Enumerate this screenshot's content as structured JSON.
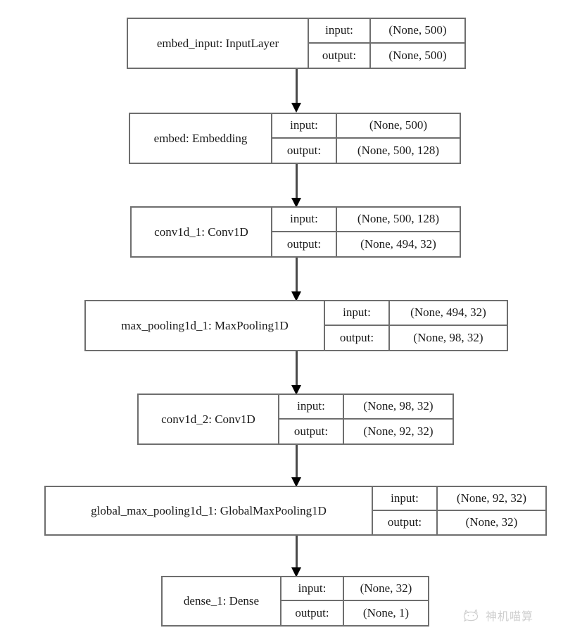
{
  "diagram": {
    "title": "Keras model architecture graph",
    "type": "neural-network-layer-graph",
    "orientation": "top-to-bottom",
    "io_labels": {
      "input": "input:",
      "output": "output:"
    },
    "colors": {
      "background": "#ffffff",
      "node_border": "#6e6e6e",
      "node_fill": "#ffffff",
      "text": "#1a1a1a",
      "edge": "#4a4a4a",
      "arrowhead": "#000000",
      "watermark": "#8c8c8c"
    },
    "nodes": [
      {
        "id": "embed_input",
        "name": "embed_input: InputLayer",
        "input_label": "input:",
        "output_label": "output:",
        "input_shape": "(None, 500)",
        "output_shape": "(None, 500)"
      },
      {
        "id": "embed",
        "name": "embed: Embedding",
        "input_label": "input:",
        "output_label": "output:",
        "input_shape": "(None, 500)",
        "output_shape": "(None, 500, 128)"
      },
      {
        "id": "conv1d_1",
        "name": "conv1d_1: Conv1D",
        "input_label": "input:",
        "output_label": "output:",
        "input_shape": "(None, 500, 128)",
        "output_shape": "(None, 494, 32)"
      },
      {
        "id": "max_pooling1d_1",
        "name": "max_pooling1d_1: MaxPooling1D",
        "input_label": "input:",
        "output_label": "output:",
        "input_shape": "(None, 494, 32)",
        "output_shape": "(None, 98, 32)"
      },
      {
        "id": "conv1d_2",
        "name": "conv1d_2: Conv1D",
        "input_label": "input:",
        "output_label": "output:",
        "input_shape": "(None, 98, 32)",
        "output_shape": "(None, 92, 32)"
      },
      {
        "id": "global_max_pooling1d_1",
        "name": "global_max_pooling1d_1: GlobalMaxPooling1D",
        "input_label": "input:",
        "output_label": "output:",
        "input_shape": "(None, 92, 32)",
        "output_shape": "(None, 32)"
      },
      {
        "id": "dense_1",
        "name": "dense_1: Dense",
        "input_label": "input:",
        "output_label": "output:",
        "input_shape": "(None, 32)",
        "output_shape": "(None, 1)"
      }
    ],
    "edges": [
      {
        "from": "embed_input",
        "to": "embed"
      },
      {
        "from": "embed",
        "to": "conv1d_1"
      },
      {
        "from": "conv1d_1",
        "to": "max_pooling1d_1"
      },
      {
        "from": "max_pooling1d_1",
        "to": "conv1d_2"
      },
      {
        "from": "conv1d_2",
        "to": "global_max_pooling1d_1"
      },
      {
        "from": "global_max_pooling1d_1",
        "to": "dense_1"
      }
    ]
  },
  "watermark": {
    "text": "神机喵算",
    "icon": "cat-face-icon"
  }
}
